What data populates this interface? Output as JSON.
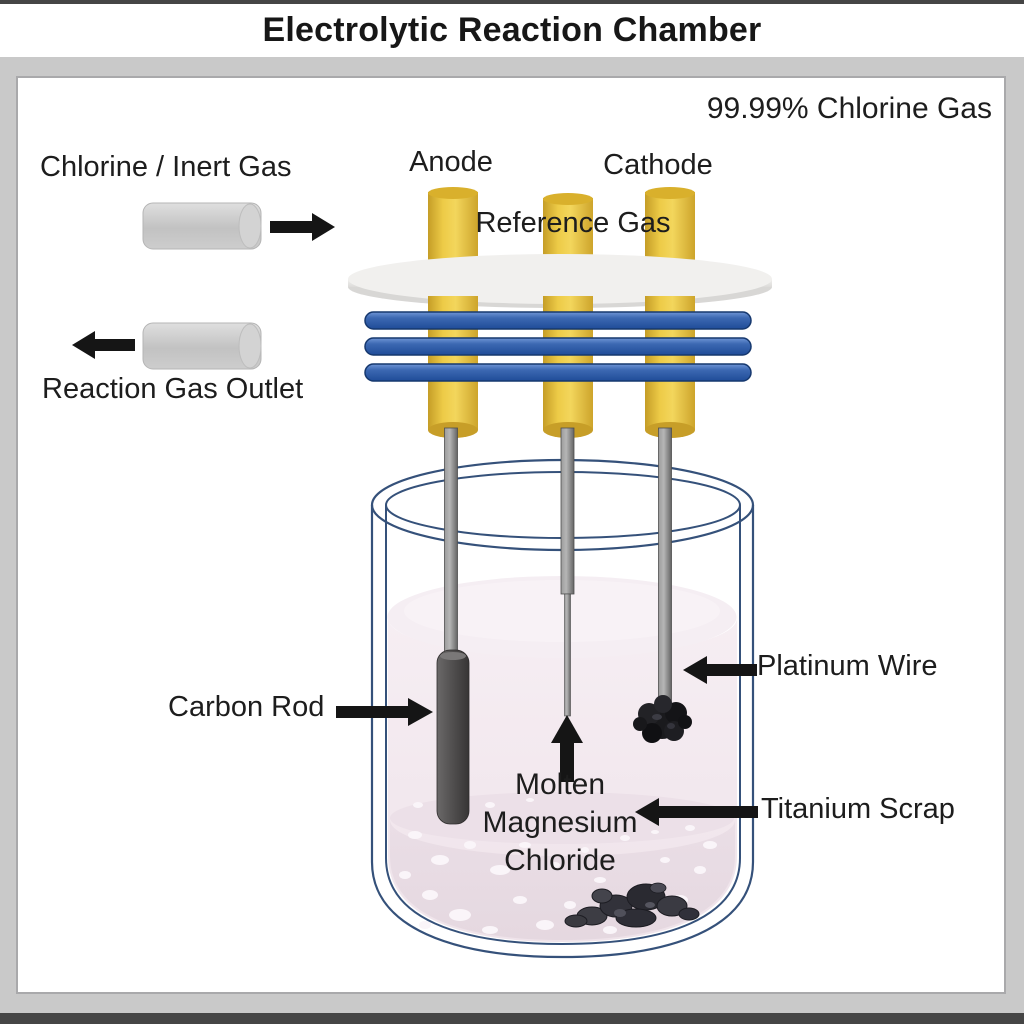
{
  "title": "Electrolytic Reaction Chamber",
  "annotations": {
    "purity": "99.99% Chlorine Gas",
    "inlet": "Chlorine / Inert Gas",
    "outlet": "Reaction Gas Outlet",
    "anode": "Anode",
    "cathode": "Cathode",
    "reference_gas": "Reference Gas",
    "carbon_rod": "Carbon Rod",
    "platinum_wire": "Platinum Wire",
    "titanium_scrap": "Titanium Scrap",
    "electrolyte": "Molten\nMagnesium\nChloride"
  },
  "colors": {
    "background_gray": "#c9c9c9",
    "panel_white": "#ffffff",
    "terminal_yellow": "#e8c33a",
    "gasket_blue": "#3c68b2",
    "glass_outline": "#35517a",
    "electrolyte_pink": "#f4ebf1",
    "arrow_black": "#151515",
    "text": "#1d1d1d"
  }
}
